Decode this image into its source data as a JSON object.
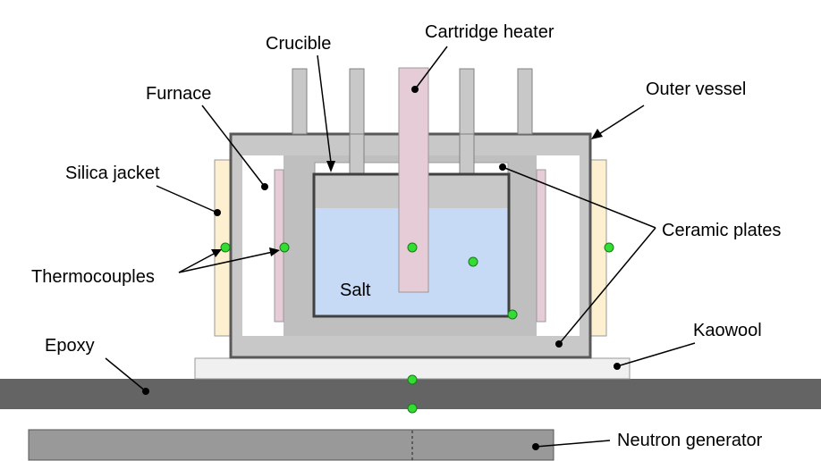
{
  "labels": {
    "cartridge_heater": "Cartridge heater",
    "crucible": "Crucible",
    "furnace": "Furnace",
    "outer_vessel": "Outer vessel",
    "silica_jacket": "Silica jacket",
    "ceramic_plates": "Ceramic plates",
    "thermocouples": "Thermocouples",
    "salt": "Salt",
    "kaowool": "Kaowool",
    "epoxy": "Epoxy",
    "neutron_generator": "Neutron generator"
  },
  "colors": {
    "vessel_fill": "#c8c8c8",
    "vessel_stroke": "#595959",
    "furnace_fill": "#bfbfbf",
    "crucible_stroke": "#404040",
    "salt_fill": "#c6d9f5",
    "heater_fill": "#e6ccd6",
    "silica_fill": "#fdf0d0",
    "kaowool_fill": "#f0f0f0",
    "epoxy_fill": "#646464",
    "generator_fill": "#999999",
    "thermocouple_fill": "#33dd33"
  }
}
